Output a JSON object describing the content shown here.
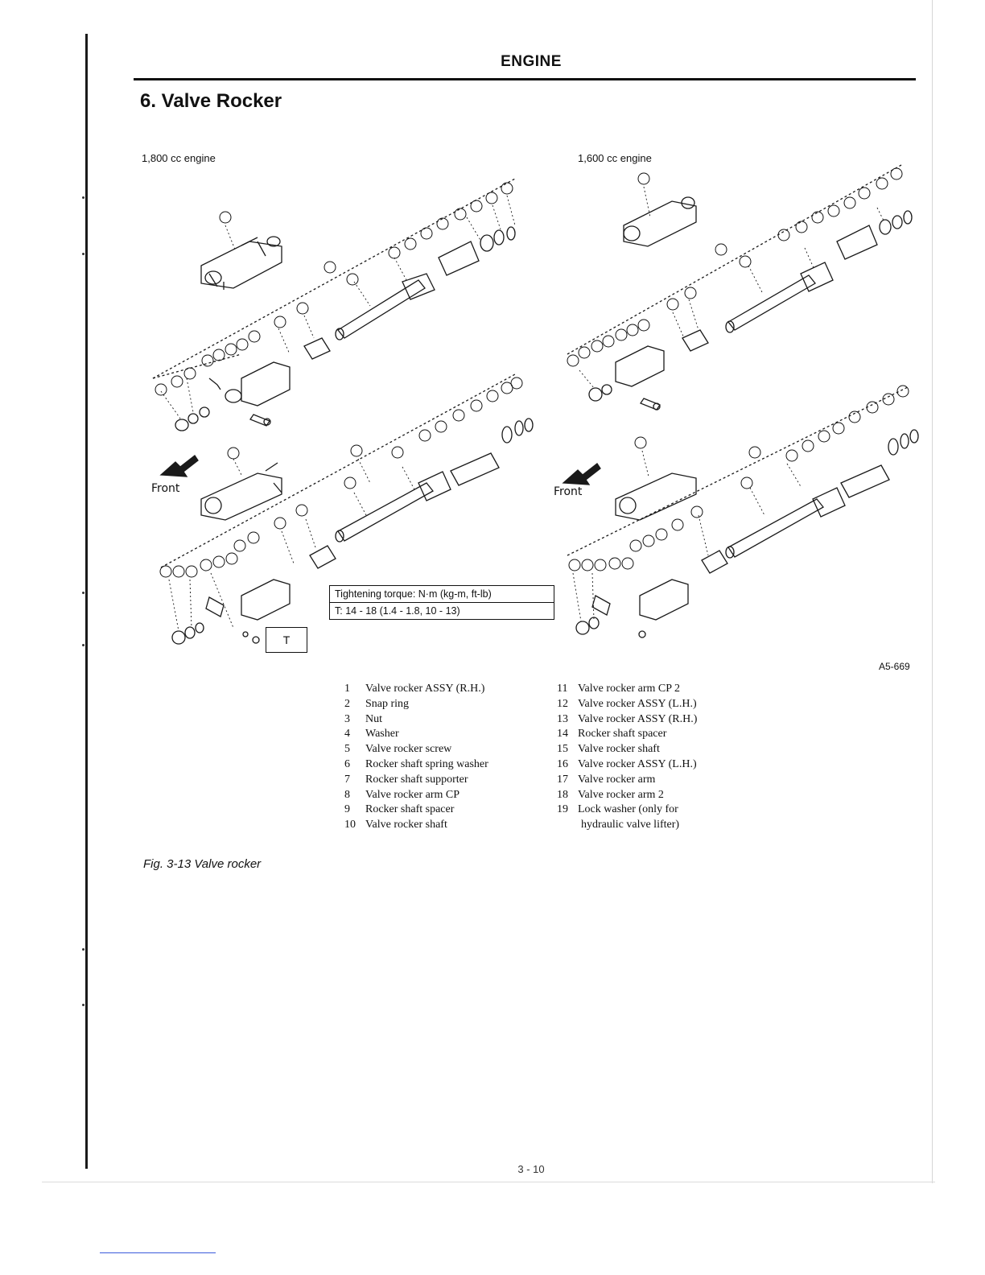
{
  "header": {
    "title": "ENGINE"
  },
  "section": {
    "title": "6. Valve Rocker"
  },
  "diagram": {
    "left_label": "1,800 cc engine",
    "right_label": "1,600 cc engine",
    "front_label": "Front",
    "torque_heading": "Tightening torque:  N·m (kg-m, ft-lb)",
    "torque_value": "T:  14 - 18 (1.4 - 1.8, 10 - 13)",
    "torque_marker": "T",
    "code": "A5-669"
  },
  "legend": {
    "left": [
      {
        "num": "1",
        "text": "Valve rocker ASSY (R.H.)"
      },
      {
        "num": "2",
        "text": "Snap ring"
      },
      {
        "num": "3",
        "text": "Nut"
      },
      {
        "num": "4",
        "text": "Washer"
      },
      {
        "num": "5",
        "text": "Valve rocker screw"
      },
      {
        "num": "6",
        "text": "Rocker shaft spring washer"
      },
      {
        "num": "7",
        "text": "Rocker shaft supporter"
      },
      {
        "num": "8",
        "text": "Valve rocker arm CP"
      },
      {
        "num": "9",
        "text": "Rocker shaft spacer"
      },
      {
        "num": "10",
        "text": "Valve rocker shaft"
      }
    ],
    "right": [
      {
        "num": "11",
        "text": "Valve rocker arm CP 2"
      },
      {
        "num": "12",
        "text": "Valve rocker ASSY (L.H.)"
      },
      {
        "num": "13",
        "text": "Valve rocker ASSY (R.H.)"
      },
      {
        "num": "14",
        "text": "Rocker shaft spacer"
      },
      {
        "num": "15",
        "text": "Valve rocker shaft"
      },
      {
        "num": "16",
        "text": "Valve rocker ASSY (L.H.)"
      },
      {
        "num": "17",
        "text": "Valve rocker arm"
      },
      {
        "num": "18",
        "text": "Valve rocker arm 2"
      },
      {
        "num": "19",
        "text": "Lock washer (only for"
      }
    ],
    "right_continuation": "hydraulic valve lifter)"
  },
  "figure": {
    "caption": "Fig. 3-13   Valve rocker"
  },
  "footer": {
    "page_number": "3 - 10"
  }
}
